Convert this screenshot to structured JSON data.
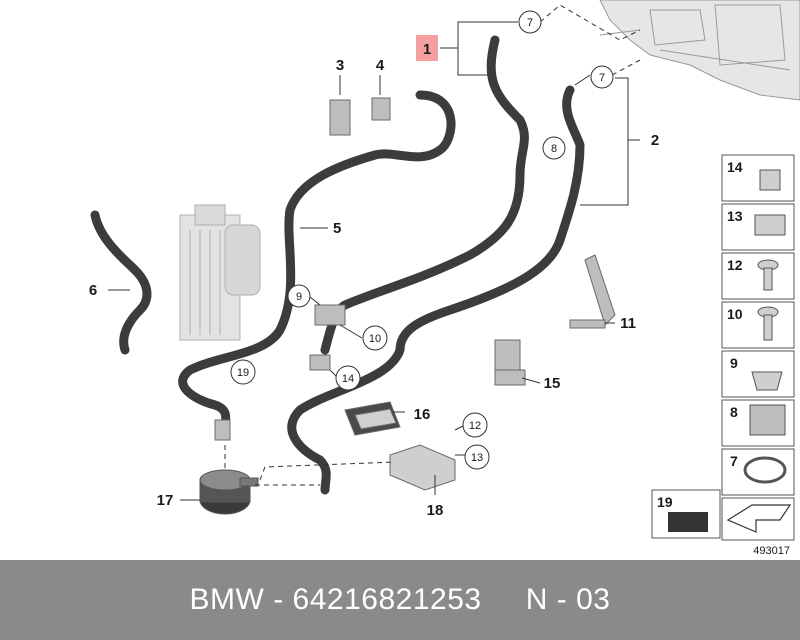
{
  "diagram": {
    "ref_number": "493017",
    "callouts": [
      "1",
      "2",
      "3",
      "4",
      "5",
      "6",
      "11",
      "15",
      "16",
      "17",
      "18"
    ],
    "circled": [
      "7",
      "7",
      "8",
      "9",
      "10",
      "12",
      "13",
      "14",
      "19"
    ],
    "legend": [
      "14",
      "13",
      "12",
      "10",
      "9",
      "8",
      "7",
      "19"
    ],
    "highlight_color": "#f4a0a0",
    "hose_color": "#3c3c3c"
  },
  "footer": {
    "brand": "BMW",
    "separator": " - ",
    "part_number": "64216821253",
    "suffix": "N - 03"
  }
}
